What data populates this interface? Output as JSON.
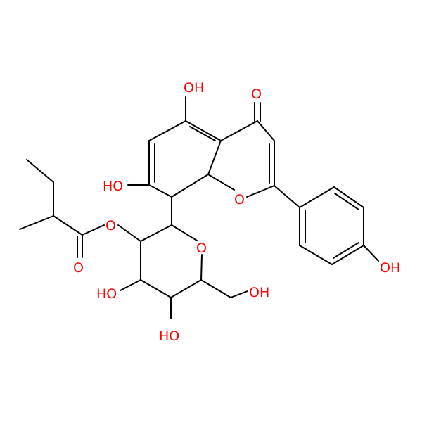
{
  "colors": {
    "bond": "#000000",
    "heteroatom_oxygen": "#ff0000",
    "background": "#ffffff"
  },
  "labels": {
    "oh_top": "OH",
    "o_carbonyl_top": "O",
    "ho_left": "HO",
    "o_ring_chromone": "O",
    "o_ester_link": "O",
    "o_ring_pyranose": "O",
    "o_ester_carbonyl": "O",
    "oh_phenol": "OH",
    "ho_sugar_3": "HO",
    "oh_ch2": "OH",
    "ho_sugar_5": "HO"
  }
}
